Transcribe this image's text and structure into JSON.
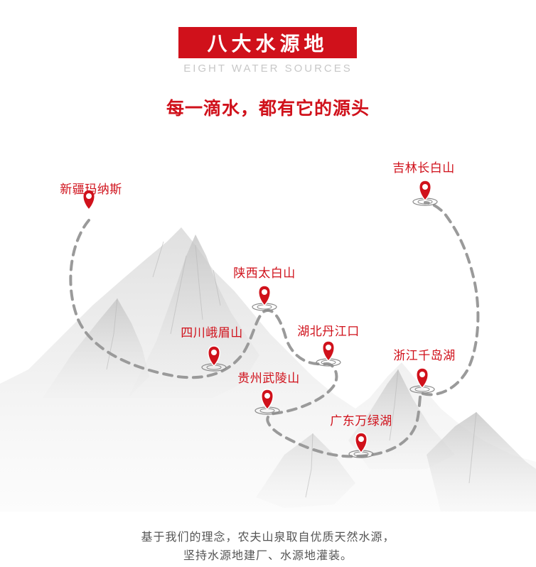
{
  "header": {
    "title": "八大水源地",
    "subtitle_en": "EIGHT WATER SOURCES",
    "slogan": "每一滴水，都有它的源头"
  },
  "locations": [
    {
      "id": "xinjiang",
      "name": "新疆玛纳斯"
    },
    {
      "id": "jilin",
      "name": "吉林长白山"
    },
    {
      "id": "shaanxi",
      "name": "陕西太白山"
    },
    {
      "id": "sichuan",
      "name": "四川峨眉山"
    },
    {
      "id": "hubei",
      "name": "湖北丹江口"
    },
    {
      "id": "zhejiang",
      "name": "浙江千岛湖"
    },
    {
      "id": "guizhou",
      "name": "贵州武陵山"
    },
    {
      "id": "guangdong",
      "name": "广东万绿湖"
    }
  ],
  "footer": {
    "line1": "基于我们的理念，农夫山泉取自优质天然水源，",
    "line2": "坚持水源地建厂、水源地灌装。"
  },
  "colors": {
    "brand_red": "#d0111b",
    "route_gray": "#9a9a9a",
    "text_gray": "#555555"
  },
  "icons": {
    "marker": "map-pin-icon",
    "ripple": "water-ripple-icon"
  }
}
